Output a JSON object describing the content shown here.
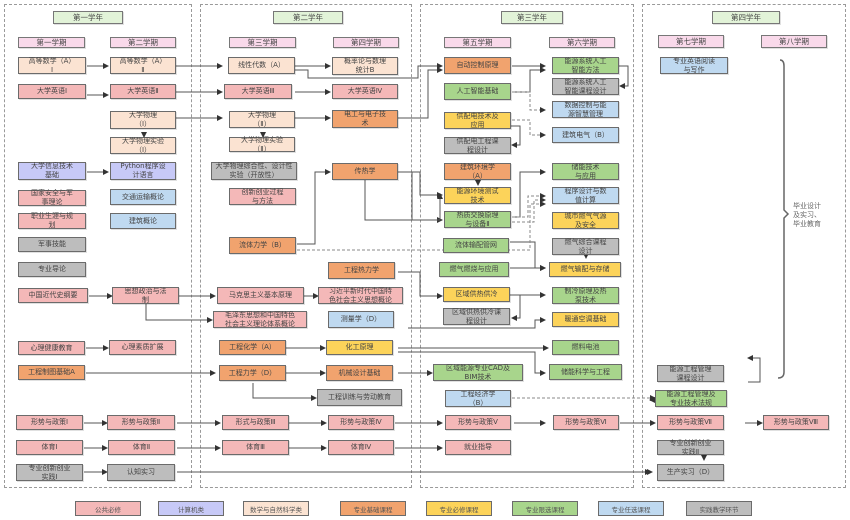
{
  "years": [
    {
      "label": "第一学年",
      "semesters": [
        "第一学期",
        "第二学期"
      ]
    },
    {
      "label": "第二学年",
      "semesters": [
        "第三学期",
        "第四学期"
      ]
    },
    {
      "label": "第三学年",
      "semesters": [
        "第五学期",
        "第六学期"
      ]
    },
    {
      "label": "第四学年",
      "semesters": [
        "第七学期",
        "第八学期"
      ]
    }
  ],
  "courses": {
    "s1": [
      {
        "id": "gdsx1",
        "label": "高等数学（A）\nⅠ",
        "category": "math"
      },
      {
        "id": "dxyy1",
        "label": "大学英语Ⅰ",
        "category": "pub"
      },
      {
        "id": "xxjs",
        "label": "大学信息技术\n基础",
        "category": "comp"
      },
      {
        "id": "gfaq",
        "label": "国家安全与军\n事理论",
        "category": "pub"
      },
      {
        "id": "zysy",
        "label": "职业生涯与规\n划",
        "category": "pub"
      },
      {
        "id": "jsxl",
        "label": "军事技能",
        "category": "prac"
      },
      {
        "id": "zydl",
        "label": "专业导论",
        "category": "prac"
      },
      {
        "id": "zgjds",
        "label": "中国近代史纲要",
        "category": "pub"
      },
      {
        "id": "xljk",
        "label": "心理健康教育",
        "category": "pub"
      },
      {
        "id": "gczt",
        "label": "工程制图基础A",
        "category": "base"
      },
      {
        "id": "xszc1",
        "label": "形势与政策Ⅰ",
        "category": "pub"
      },
      {
        "id": "ty1",
        "label": "体育Ⅰ",
        "category": "pub"
      },
      {
        "id": "cxcy1",
        "label": "专业创新创业\n实践Ⅰ",
        "category": "prac"
      }
    ],
    "s2": [
      {
        "id": "gdsx2",
        "label": "高等数学（A）\nⅡ",
        "category": "math"
      },
      {
        "id": "dxyy2",
        "label": "大学英语Ⅱ",
        "category": "pub"
      },
      {
        "id": "dxwl1",
        "label": "大学物理\n（Ⅰ）",
        "category": "math"
      },
      {
        "id": "wlsy1",
        "label": "大学物理实验\n（Ⅰ）",
        "category": "math"
      },
      {
        "id": "python",
        "label": "Python程序设\n计语言",
        "category": "comp"
      },
      {
        "id": "jtys",
        "label": "交通运输概论",
        "category": "opt"
      },
      {
        "id": "jzgl",
        "label": "建筑概论",
        "category": "opt"
      },
      {
        "id": "sxzz",
        "label": "思想政治与法\n制",
        "category": "pub"
      },
      {
        "id": "xlsz",
        "label": "心理素质扩展",
        "category": "pub"
      },
      {
        "id": "xszc2",
        "label": "形势与政策Ⅱ",
        "category": "pub"
      },
      {
        "id": "ty2",
        "label": "体育Ⅱ",
        "category": "pub"
      },
      {
        "id": "rzsx",
        "label": "认知实习",
        "category": "prac"
      }
    ],
    "s3": [
      {
        "id": "xxds",
        "label": "线性代数（A）",
        "category": "math"
      },
      {
        "id": "dxyy3",
        "label": "大学英语Ⅲ",
        "category": "pub"
      },
      {
        "id": "dxwl2",
        "label": "大学物理\n（Ⅱ）",
        "category": "math"
      },
      {
        "id": "wlsy2",
        "label": "大学物理实验\n（Ⅱ）",
        "category": "math"
      },
      {
        "id": "wlzh",
        "label": "大学物理综合性、设计性\n实验（开放性）",
        "category": "prac"
      },
      {
        "id": "cxcy",
        "label": "创新创业过程\n与方法",
        "category": "pub"
      },
      {
        "id": "ltlx",
        "label": "流体力学（B）",
        "category": "base"
      },
      {
        "id": "mks",
        "label": "马克思主义基本原理",
        "category": "pub"
      },
      {
        "id": "mzd",
        "label": "毛泽东思想和中国特色\n社会主义理论体系概论",
        "category": "pub"
      },
      {
        "id": "gchx",
        "label": "工程化学（A）",
        "category": "base"
      },
      {
        "id": "gclx",
        "label": "工程力学（D）",
        "category": "base"
      },
      {
        "id": "xszc3",
        "label": "形式与政策Ⅲ",
        "category": "pub"
      },
      {
        "id": "ty3",
        "label": "体育Ⅲ",
        "category": "pub"
      }
    ],
    "s4": [
      {
        "id": "gltj",
        "label": "概率论与数理\n统计B",
        "category": "math"
      },
      {
        "id": "dxyy4",
        "label": "大学英语Ⅳ",
        "category": "pub"
      },
      {
        "id": "dgdz",
        "label": "电工与电子技\n术",
        "category": "base"
      },
      {
        "id": "crx",
        "label": "传热学",
        "category": "base"
      },
      {
        "id": "gcrlx",
        "label": "工程热力学",
        "category": "base"
      },
      {
        "id": "xjp",
        "label": "习近平新时代中国特\n色社会主义思想概论",
        "category": "pub"
      },
      {
        "id": "clx",
        "label": "测量学（D）",
        "category": "opt"
      },
      {
        "id": "hgyl",
        "label": "化工原理",
        "category": "req"
      },
      {
        "id": "jxsj",
        "label": "机械设计基础",
        "category": "base"
      },
      {
        "id": "gcxl",
        "label": "工程训练与劳动教育",
        "category": "prac"
      },
      {
        "id": "xszc4",
        "label": "形势与政策Ⅳ",
        "category": "pub"
      },
      {
        "id": "ty4",
        "label": "体育Ⅳ",
        "category": "pub"
      }
    ],
    "s5": [
      {
        "id": "zdkz",
        "label": "自动控制原理",
        "category": "base"
      },
      {
        "id": "rgzn",
        "label": "人工智能基础",
        "category": "lim"
      },
      {
        "id": "gpdjs",
        "label": "供配电技术及\n应用",
        "category": "req"
      },
      {
        "id": "gpdkc",
        "label": "供配电工程课\n程设计",
        "category": "prac"
      },
      {
        "id": "jzhj",
        "label": "建筑环境学\n（A）",
        "category": "base"
      },
      {
        "id": "nyhj",
        "label": "能源环境测试\n技术",
        "category": "req"
      },
      {
        "id": "rzjh",
        "label": "热质交换原理\n与设备Ⅱ",
        "category": "lim"
      },
      {
        "id": "ltsp",
        "label": "流体输配管网",
        "category": "lim"
      },
      {
        "id": "rqrs",
        "label": "燃气燃烧与应用",
        "category": "lim"
      },
      {
        "id": "qygr",
        "label": "区域供热供冷",
        "category": "req"
      },
      {
        "id": "qygrkc",
        "label": "区域供热供冷课\n程设计",
        "category": "prac"
      },
      {
        "id": "cad",
        "label": "区域能源专业CAD及\nBIM技术",
        "category": "lim"
      },
      {
        "id": "gcjj",
        "label": "工程经济学\n（B）",
        "category": "opt"
      },
      {
        "id": "xszc5",
        "label": "形势与政策Ⅴ",
        "category": "pub"
      },
      {
        "id": "jyzd",
        "label": "就业指导",
        "category": "pub"
      }
    ],
    "s6": [
      {
        "id": "nyxt",
        "label": "能源系统人工\n智能方法",
        "category": "lim"
      },
      {
        "id": "nyxtkc",
        "label": "能源系统人工\n智能课程设计",
        "category": "prac"
      },
      {
        "id": "sjkz",
        "label": "数据控制与能\n源智慧管理",
        "category": "opt"
      },
      {
        "id": "jzdq",
        "label": "建筑电气（B）",
        "category": "opt"
      },
      {
        "id": "xnycn",
        "label": "储能技术\n与应用",
        "category": "lim"
      },
      {
        "id": "cxsj",
        "label": "程序设计与数\n值计算",
        "category": "opt"
      },
      {
        "id": "csrq",
        "label": "城市燃气气源\n及安全",
        "category": "req"
      },
      {
        "id": "rqkc",
        "label": "燃气综合课程\n设计",
        "category": "prac"
      },
      {
        "id": "rqsp",
        "label": "燃气输配与存储",
        "category": "req"
      },
      {
        "id": "zlyl",
        "label": "制冷原理及热\n泵技术",
        "category": "lim"
      },
      {
        "id": "ntkt",
        "label": "暖通空调基础",
        "category": "req"
      },
      {
        "id": "rldc",
        "label": "燃料电池",
        "category": "lim"
      },
      {
        "id": "cnkx",
        "label": "储能科学与工程",
        "category": "lim"
      },
      {
        "id": "xszc6",
        "label": "形势与政策Ⅵ",
        "category": "pub"
      }
    ],
    "s7": [
      {
        "id": "zyyy",
        "label": "专业英语阅读\n与写作",
        "category": "opt"
      },
      {
        "id": "nygckc",
        "label": "能源工程管理\n课程设计",
        "category": "prac"
      },
      {
        "id": "nygc",
        "label": "能源工程管理及\n专业技术法规",
        "category": "lim"
      },
      {
        "id": "xszc7",
        "label": "形势与政策Ⅶ",
        "category": "pub"
      },
      {
        "id": "cxcy2",
        "label": "专业创新创业\n实践Ⅱ",
        "category": "prac"
      },
      {
        "id": "scsx",
        "label": "生产实习（D）",
        "category": "prac"
      }
    ],
    "s8": [
      {
        "id": "xszc8",
        "label": "形势与政策Ⅷ",
        "category": "pub"
      }
    ]
  },
  "graduation_note": "毕业设计\n及实习、\n毕业教育",
  "legend": [
    {
      "key": "pub",
      "label": "公共必修",
      "color": "#f4b8b8"
    },
    {
      "key": "comp",
      "label": "计算机类",
      "color": "#c7c9f7"
    },
    {
      "key": "math",
      "label": "数学与自然科学类",
      "color": "#fbe3d2"
    },
    {
      "key": "base",
      "label": "专业基础课程",
      "color": "#f1a36e"
    },
    {
      "key": "req",
      "label": "专业必修课程",
      "color": "#fcd35a"
    },
    {
      "key": "lim",
      "label": "专业限选课程",
      "color": "#a8d58c"
    },
    {
      "key": "opt",
      "label": "专业任选课程",
      "color": "#bfd9f0"
    },
    {
      "key": "prac",
      "label": "实践教学环节",
      "color": "#bdbdbd"
    }
  ]
}
